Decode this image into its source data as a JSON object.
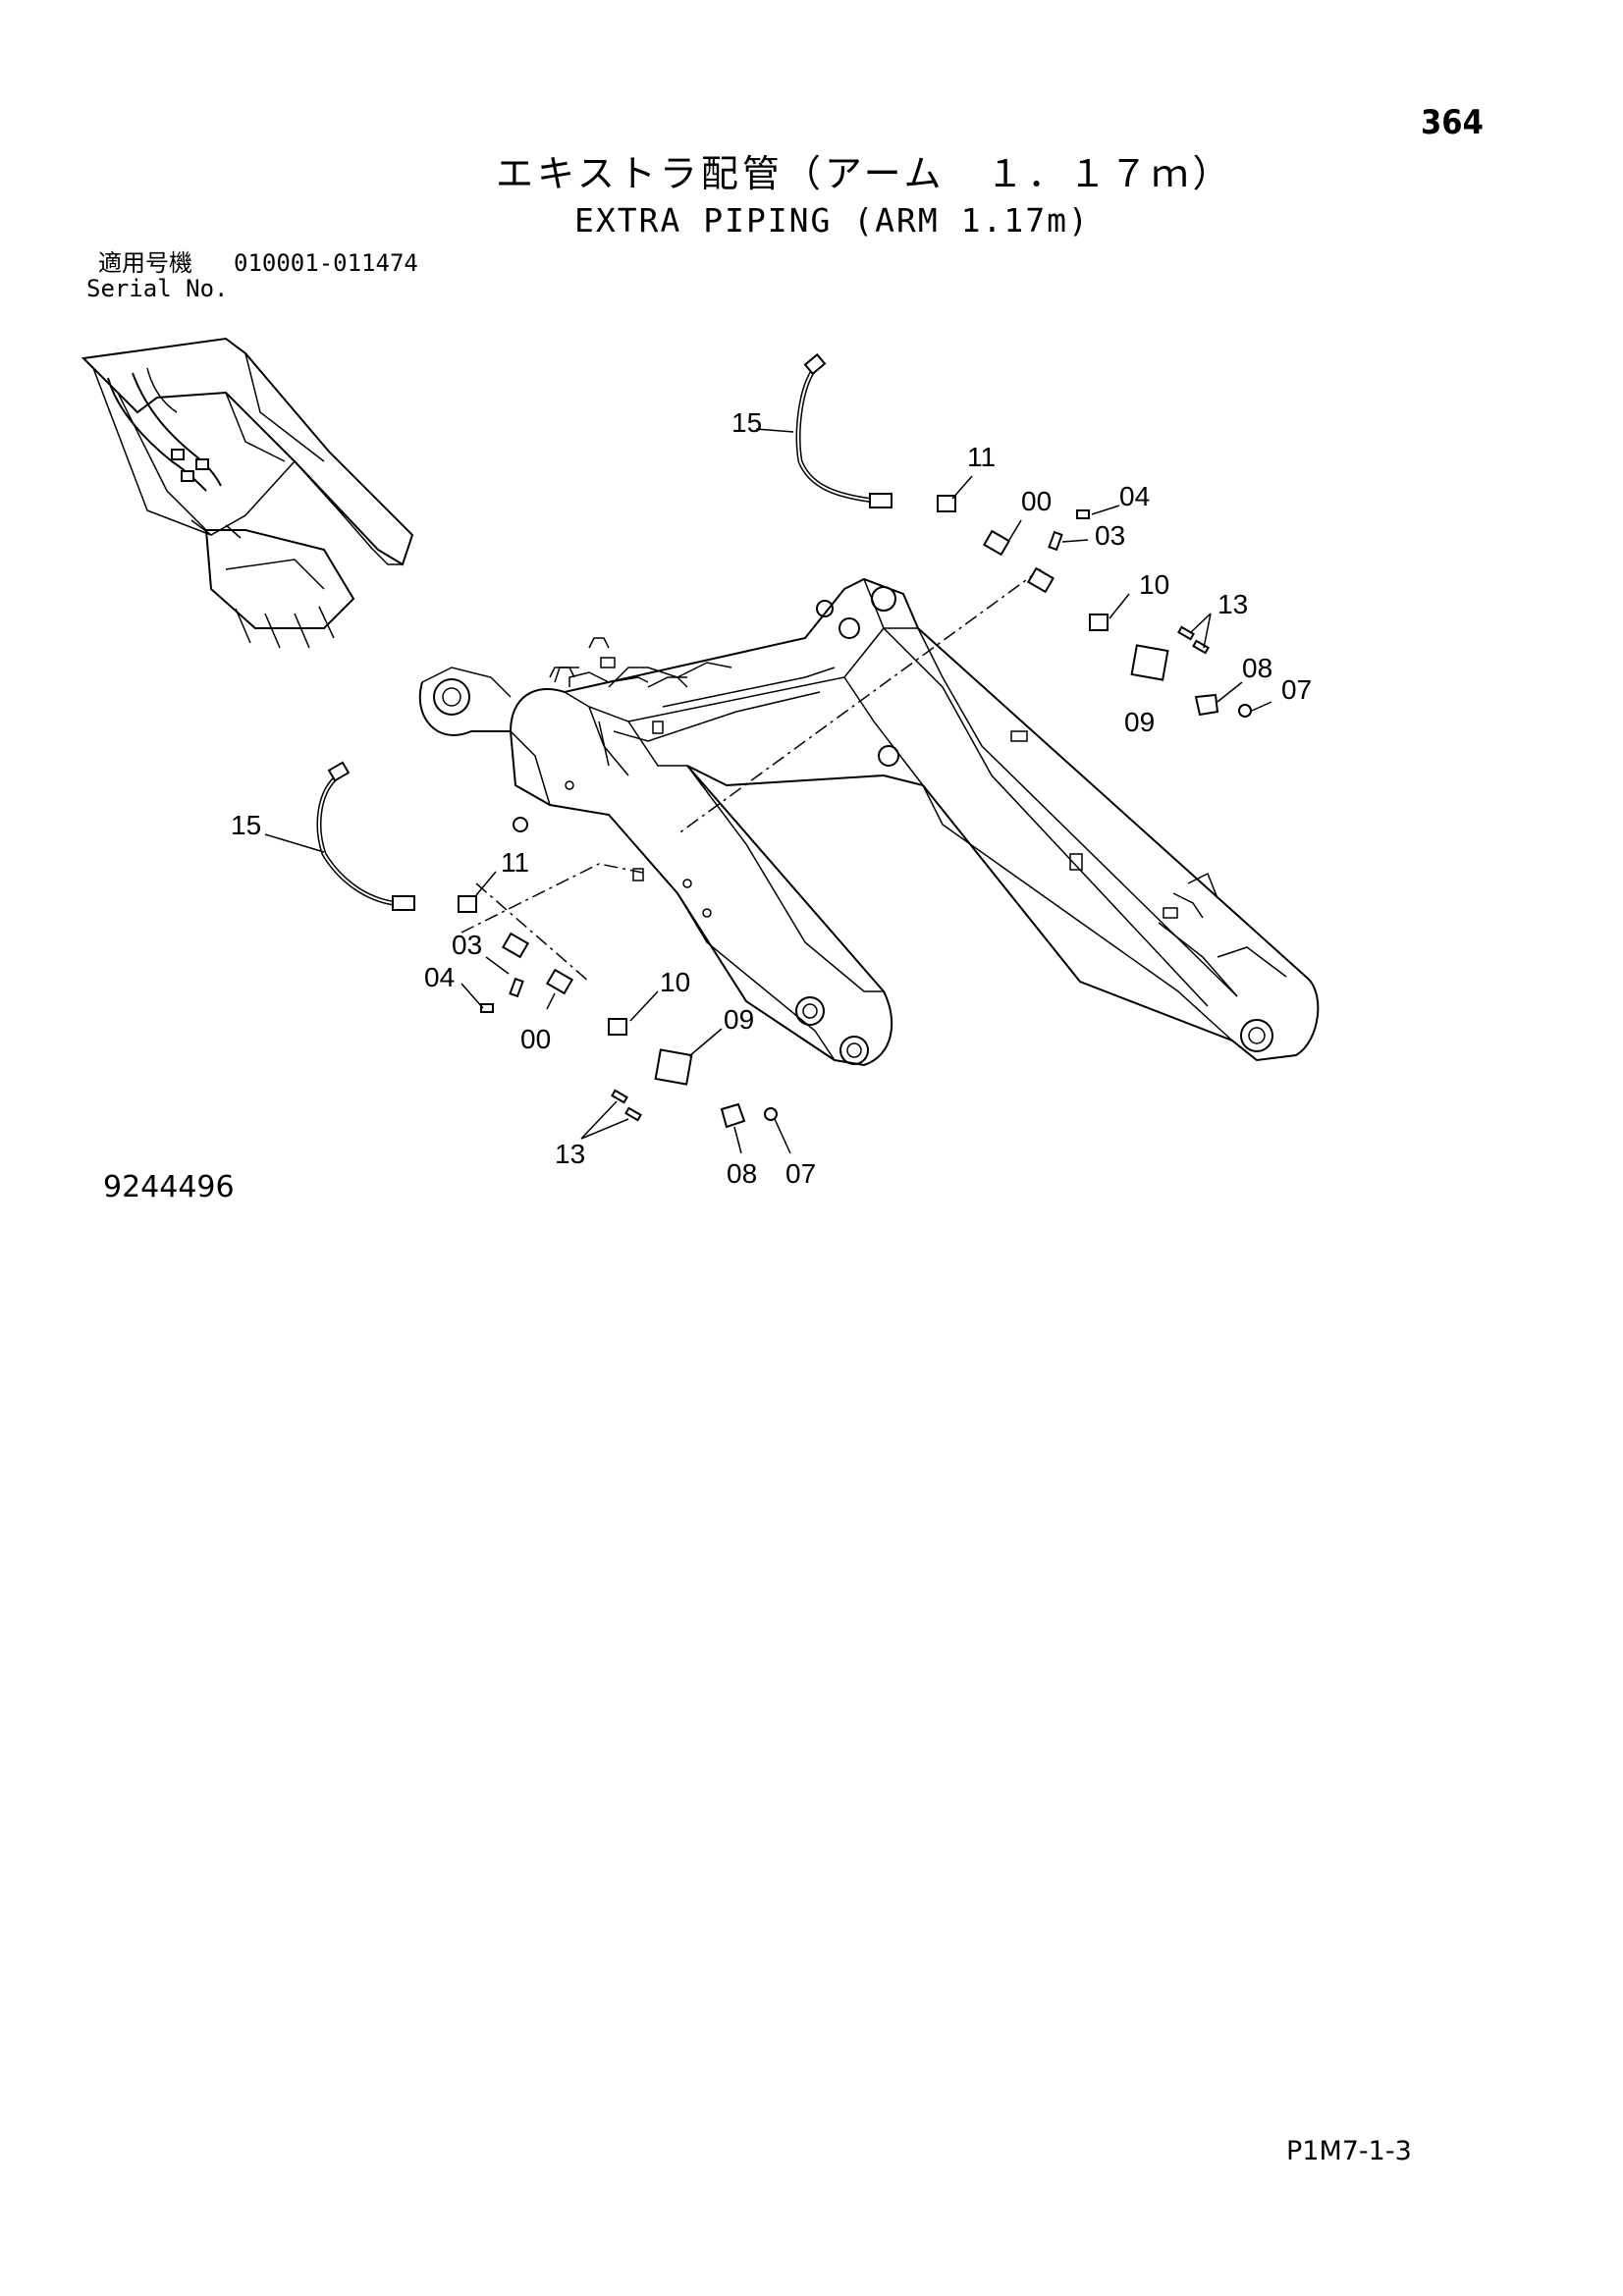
{
  "header": {
    "page_number": "364",
    "title_jp": "エキストラ配管（アーム　１．１７ｍ）",
    "title_en": "EXTRA PIPING (ARM 1.17m)"
  },
  "serial": {
    "label_jp": "適用号機",
    "range": "010001-011474",
    "label_en": "Serial No."
  },
  "drawing": {
    "number": "9244496",
    "callouts_upper": [
      "15",
      "11",
      "00",
      "04",
      "03",
      "10",
      "13",
      "08",
      "07",
      "09"
    ],
    "callouts_lower": [
      "15",
      "11",
      "03",
      "04",
      "00",
      "10",
      "09",
      "13",
      "08",
      "07"
    ]
  },
  "footer": {
    "page_code": "P1M7-1-3"
  }
}
